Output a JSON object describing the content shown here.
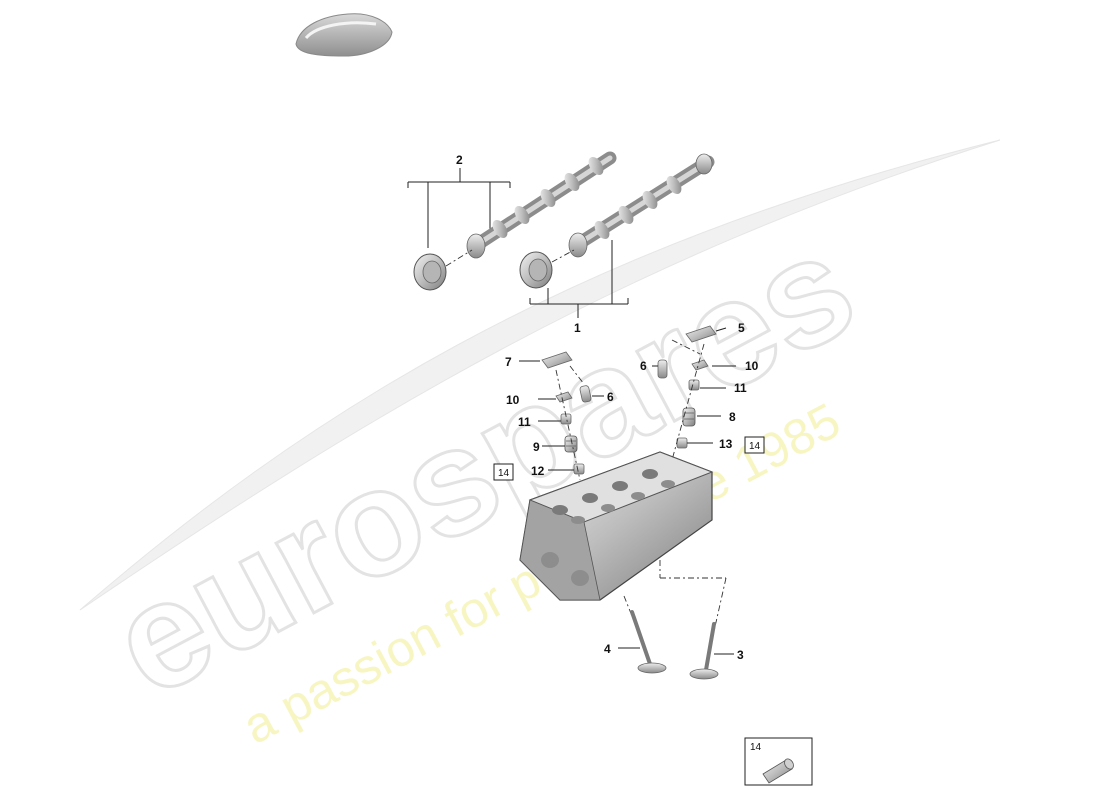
{
  "watermark": {
    "brand": "eurospares",
    "tagline": "a passion for parts since 1985"
  },
  "callouts": {
    "c1": "1",
    "c2": "2",
    "c3": "3",
    "c4": "4",
    "c5": "5",
    "c6a": "6",
    "c6b": "6",
    "c7": "7",
    "c8": "8",
    "c9": "9",
    "c10a": "10",
    "c10b": "10",
    "c11a": "11",
    "c11b": "11",
    "c12": "12",
    "c13": "13"
  },
  "boxed_refs": {
    "left": "14",
    "right": "14",
    "inset": "14"
  },
  "icons": [
    "vehicle-silhouette-icon",
    "camshaft",
    "cylinder-head",
    "valve",
    "rocker-arm",
    "hydraulic-lifter",
    "valve-spring",
    "dowel-sleeve"
  ]
}
